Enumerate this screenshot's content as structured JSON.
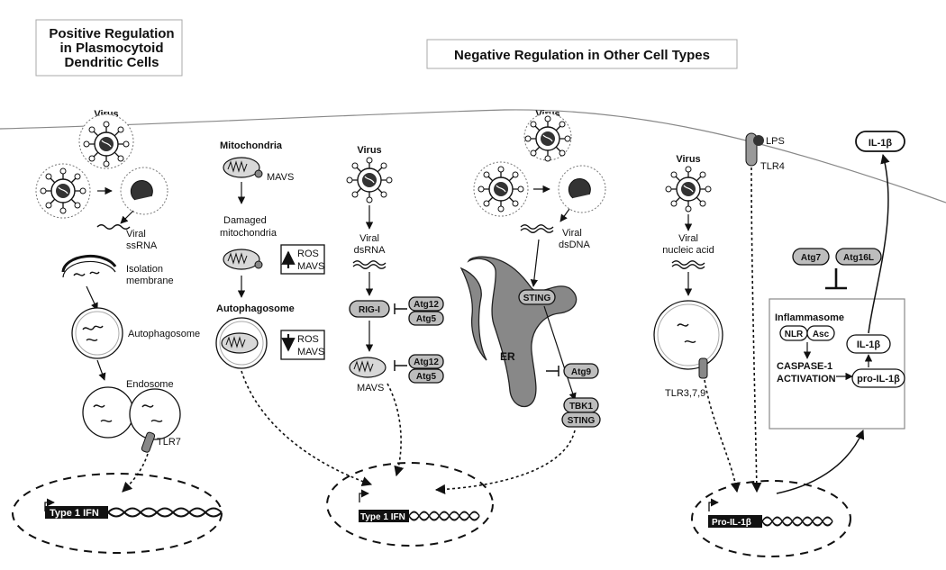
{
  "headers": {
    "left": [
      "Positive Regulation",
      "in Plasmocytoid",
      "Dendritic Cells"
    ],
    "right": "Negative Regulation in Other Cell Types"
  },
  "panel1": {
    "virus": "Virus",
    "viral_ssrna": [
      "Viral",
      "ssRNA"
    ],
    "isolation_membrane": [
      "Isolation",
      "membrane"
    ],
    "autophagosome": "Autophagosome",
    "endosome": "Endosome",
    "tlr7": "TLR7",
    "gene": "Type 1 IFN"
  },
  "panel2": {
    "mitochondria": "Mitochondria",
    "mavs": "MAVS",
    "damaged": [
      "Damaged",
      "mitochondria"
    ],
    "ros": "ROS",
    "mavs2": "MAVS",
    "autophagosome": "Autophagosome",
    "ros_b": "ROS",
    "mavs_b": "MAVS"
  },
  "panel3": {
    "virus": "Virus",
    "viral_dsrna": [
      "Viral",
      "dsRNA"
    ],
    "rig1": "RIG-I",
    "atg12": "Atg12",
    "atg5": "Atg5",
    "atg12b": "Atg12",
    "atg5b": "Atg5",
    "mavs": "MAVS",
    "gene": "Type 1 IFN"
  },
  "panel4": {
    "virus": "Virus",
    "viral_dsdna": [
      "Viral",
      "dsDNA"
    ],
    "sting": "STING",
    "er": "ER",
    "atg9": "Atg9",
    "tbk1": "TBK1",
    "sting2": "STING"
  },
  "panel5": {
    "virus": "Virus",
    "viral_nucleic": [
      "Viral",
      "nucleic acid"
    ],
    "tlr": "TLR3,7,9",
    "lps": "LPS",
    "tlr4": "TLR4",
    "gene": "Pro-IL-1β"
  },
  "panel6": {
    "il1b_out": "IL-1β",
    "atg7": "Atg7",
    "atg16l": "Atg16L",
    "inflammasome": "Inflammasome",
    "nlr": "NLR",
    "asc": "Asc",
    "caspase": [
      "CASPASE-1",
      "ACTIVATION"
    ],
    "il1b": "IL-1β",
    "pro_il1b": "pro-IL-1β"
  }
}
